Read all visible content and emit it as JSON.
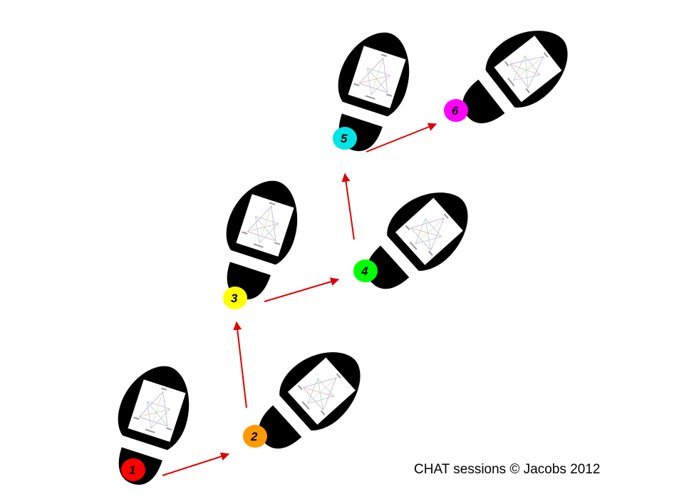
{
  "diagram": {
    "steps": [
      {
        "id": 1,
        "label": "1",
        "color": "#ff0000"
      },
      {
        "id": 2,
        "label": "2",
        "color": "#ff9900"
      },
      {
        "id": 3,
        "label": "3",
        "color": "#ffff00"
      },
      {
        "id": 4,
        "label": "4",
        "color": "#00ff00"
      },
      {
        "id": 5,
        "label": "5",
        "color": "#00e5e5"
      },
      {
        "id": 6,
        "label": "6",
        "color": "#ff00ff"
      }
    ],
    "arrows": [
      {
        "from": 1,
        "to": 2
      },
      {
        "from": 2,
        "to": 3
      },
      {
        "from": 3,
        "to": 4
      },
      {
        "from": 4,
        "to": 5
      },
      {
        "from": 5,
        "to": 6
      }
    ],
    "arrow_color": "#e00000",
    "shoe_color": "#000000"
  },
  "credit": "CHAT sessions © Jacobs 2012"
}
